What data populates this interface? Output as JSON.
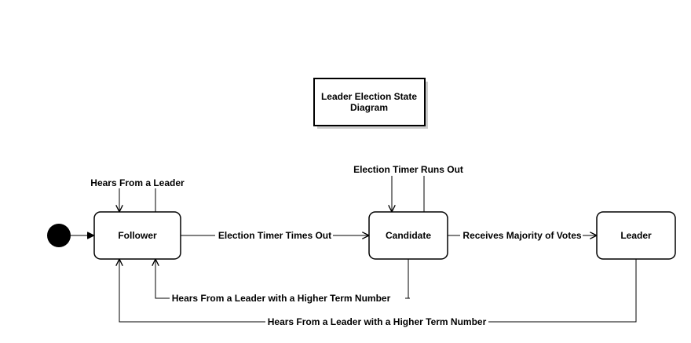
{
  "title": {
    "line1": "Leader Election State",
    "line2": "Diagram"
  },
  "states": {
    "follower": "Follower",
    "candidate": "Candidate",
    "leader": "Leader"
  },
  "transitions": {
    "follower_self": "Hears From a Leader",
    "follower_to_candidate": "Election Timer Times Out",
    "candidate_self": "Election Timer Runs Out",
    "candidate_to_leader": "Receives Majority of Votes",
    "candidate_to_follower": "Hears From a Leader with a Higher Term Number",
    "leader_to_follower": "Hears From a Leader with a Higher Term Number"
  }
}
